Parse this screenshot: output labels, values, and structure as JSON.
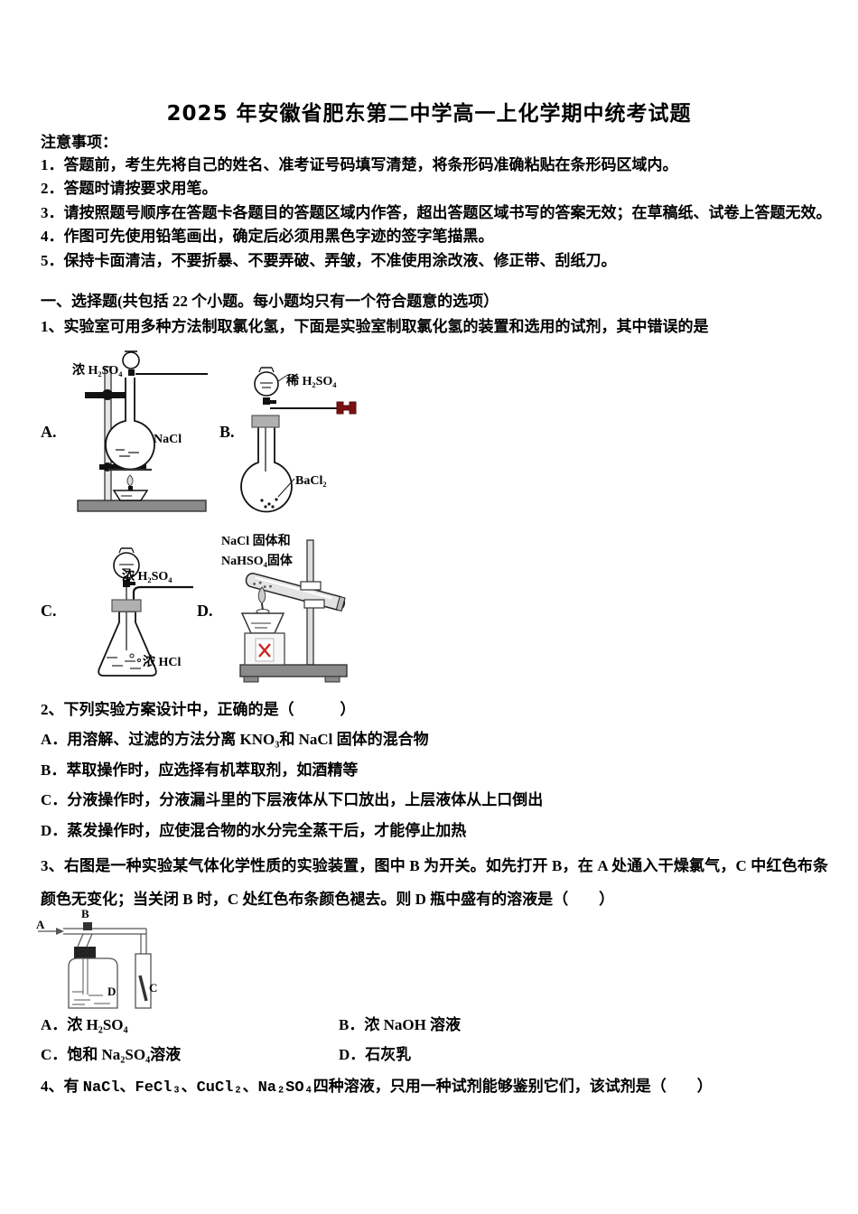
{
  "title": "2025 年安徽省肥东第二中学高一上化学期中统考试题",
  "notice": {
    "heading": "注意事项：",
    "items": [
      "1．答题前，考生先将自己的姓名、准考证号码填写清楚，将条形码准确粘贴在条形码区域内。",
      "2．答题时请按要求用笔。",
      "3．请按照题号顺序在答题卡各题目的答题区域内作答，超出答题区域书写的答案无效；在草稿纸、试卷上答题无效。",
      "4．作图可先使用铅笔画出，确定后必须用黑色字迹的签字笔描黑。",
      "5．保持卡面清洁，不要折暴、不要弄破、弄皱，不准使用涂改液、修正带、刮纸刀。"
    ]
  },
  "section1": {
    "heading": "一、选择题(共包括 22 个小题。每小题均只有一个符合题意的选项）"
  },
  "q1": {
    "stem": "1、实验室可用多种方法制取氯化氢，下面是实验室制取氯化氢的装置和选用的试剂，其中错误的是",
    "figures": {
      "a": {
        "letter": "A.",
        "reagent_top": "浓 H₂SO₄",
        "reagent_main": "NaCl"
      },
      "b": {
        "letter": "B.",
        "reagent_top": "稀 H₂SO₄",
        "reagent_main": "BaCl₂"
      },
      "c": {
        "letter": "C.",
        "reagent_top": "浓 H₂SO₄",
        "reagent_main": "浓 HCl"
      },
      "d": {
        "letter": "D.",
        "reagent_line1": "NaCl 固体和",
        "reagent_line2": "NaHSO₄固体"
      }
    }
  },
  "q2": {
    "stem": "2、下列实验方案设计中，正确的是（　　　）",
    "options": [
      "A．用溶解、过滤的方法分离 KNO₃和 NaCl 固体的混合物",
      "B．萃取操作时，应选择有机萃取剂，如酒精等",
      "C．分液操作时，分液漏斗里的下层液体从下口放出，上层液体从上口倒出",
      "D．蒸发操作时，应使混合物的水分完全蒸干后，才能停止加热"
    ]
  },
  "q3": {
    "stem": "3、右图是一种实验某气体化学性质的实验装置，图中 B 为开关。如先打开 B，在 A 处通入干燥氯气，C 中红色布条颜色无变化；当关闭 B 时，C 处红色布条颜色褪去。则 D 瓶中盛有的溶液是（　　）",
    "diagram": {
      "inlet": "A",
      "valve": "B",
      "cloth_tube": "C",
      "bottle": "D"
    },
    "options": [
      "A．浓 H₂SO₄",
      "B．浓 NaOH 溶液",
      "C．饱和 Na₂SO₄溶液",
      "D．石灰乳"
    ]
  },
  "q4": {
    "prefix": "4、有 ",
    "formulas": "NaCl、FeCl₃、CuCl₂、Na₂SO₄",
    "suffix": "四种溶液，只用一种试剂能够鉴别它们，该试剂是（　　）"
  },
  "colors": {
    "page_bg": "#ffffff",
    "text": "#000000",
    "x_mark_red": "#cc2222",
    "tube_tip_maroon": "#7a1010",
    "stand_gray": "#8a8a8a"
  }
}
